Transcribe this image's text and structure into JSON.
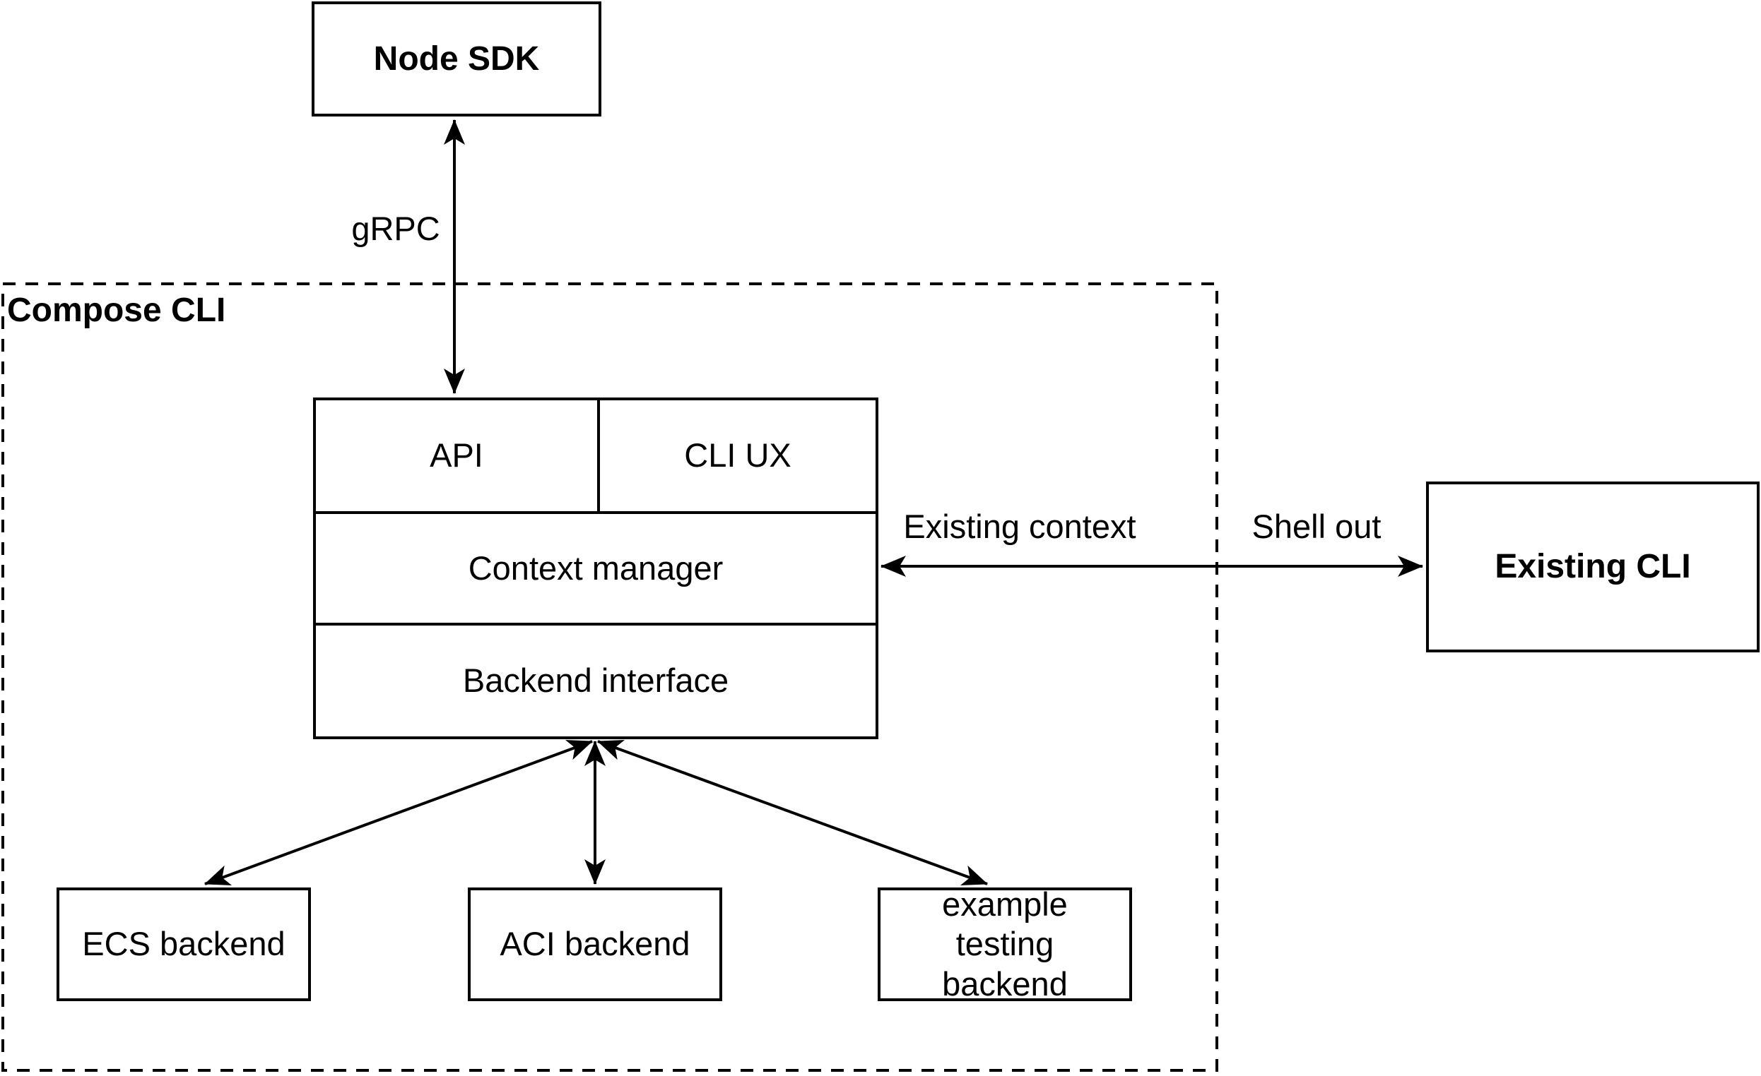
{
  "colors": {
    "stroke": "#000000",
    "background": "#ffffff"
  },
  "group": {
    "label": "Compose CLI"
  },
  "nodes": {
    "node_sdk": "Node SDK",
    "api": "API",
    "cli_ux": "CLI UX",
    "context_manager": "Context manager",
    "backend_interface": "Backend interface",
    "existing_cli": "Existing CLI",
    "ecs_backend": "ECS backend",
    "aci_backend": "ACI backend",
    "example_testing_backend": "example testing backend"
  },
  "edge_labels": {
    "grpc": "gRPC",
    "existing_context": "Existing context",
    "shell_out": "Shell out"
  }
}
